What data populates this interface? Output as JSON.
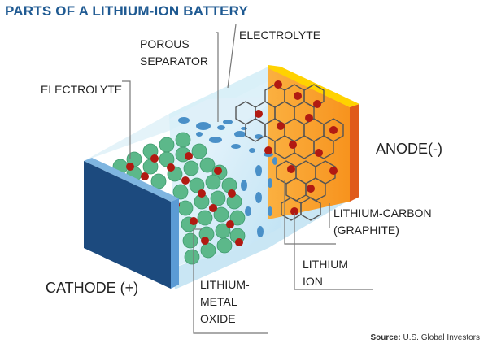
{
  "title": "PARTS OF A LITHIUM-ION BATTERY",
  "labels": {
    "porous_separator_1": "POROUS",
    "porous_separator_2": "SEPARATOR",
    "electrolyte_top": "ELECTROLYTE",
    "electrolyte_left": "ELECTROLYTE",
    "anode": "ANODE(-)",
    "cathode": "CATHODE (+)",
    "lithium_carbon_1": "LITHIUM-CARBON",
    "lithium_carbon_2": "(GRAPHITE)",
    "lithium_ion_1": "LITHIUM",
    "lithium_ion_2": "ION",
    "lithium_metal_1": "LITHIUM-",
    "lithium_metal_2": "METAL",
    "lithium_metal_3": "OXIDE"
  },
  "source": {
    "prefix": "Source:",
    "text": "U.S. Global Investors"
  },
  "colors": {
    "title": "#1f5a92",
    "cathode_front": "#1c4a7e",
    "cathode_side": "#5b9bd5",
    "anode_front": "#f7931e",
    "anode_top": "#ffd200",
    "anode_side": "#e05a1a",
    "cathode_particles": "#5cb88a",
    "lithium_ions": "#b11a12",
    "separator": "#cfe9f6",
    "graphite": "#555555",
    "leader_lines": "#777777"
  }
}
